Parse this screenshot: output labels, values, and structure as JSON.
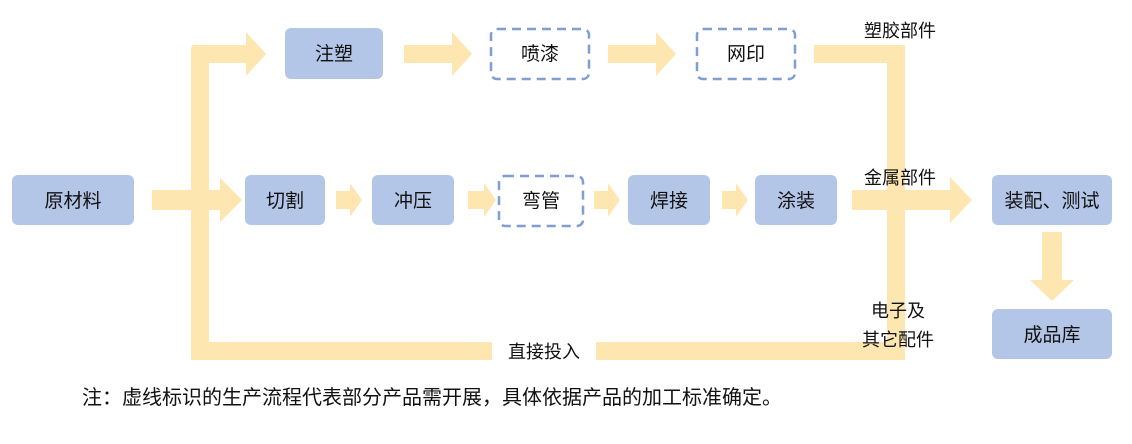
{
  "diagram": {
    "nodes": {
      "raw_material": "原材料",
      "injection": "注塑",
      "spray_paint": "喷漆",
      "silkscreen": "网印",
      "cutting": "切割",
      "stamping": "冲压",
      "bending": "弯管",
      "welding": "焊接",
      "coating": "涂装",
      "assembly_test": "装配、测试",
      "finished_goods": "成品库"
    },
    "labels": {
      "plastic_parts": "塑胶部件",
      "metal_parts": "金属部件",
      "electronic_line1": "电子及",
      "electronic_line2": "其它配件",
      "direct_input": "直接投入"
    },
    "note": "注：虚线标识的生产流程代表部分产品需开展，具体依据产品的加工标准确定。"
  },
  "colors": {
    "box_fill": "#b4c6e7",
    "dashed_border": "#7f9ed4",
    "arrow": "#fde6b0"
  }
}
